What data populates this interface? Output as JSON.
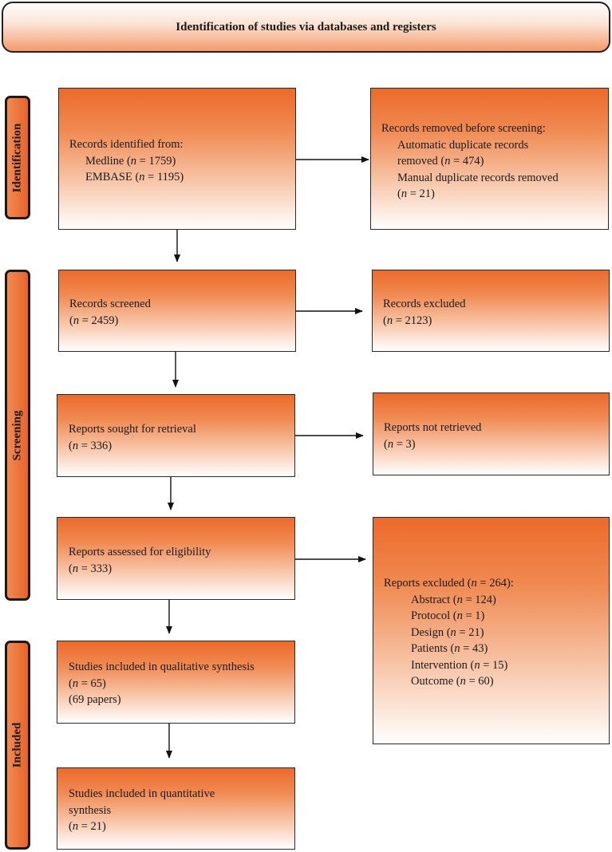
{
  "header": {
    "title": "Identification of studies via databases and registers"
  },
  "stages": {
    "identification": "Identification",
    "screening": "Screening",
    "included": "Included"
  },
  "boxes": {
    "identified": {
      "l1": "Records identified from:",
      "medline": "Medline (",
      "medline_n": "n",
      "medline_val": " = 1759)",
      "embase": "EMBASE (",
      "embase_n": "n",
      "embase_val": " = 1195)"
    },
    "removed": {
      "l1": "Records removed before screening:",
      "l2": "Automatic duplicate records",
      "l3a": "removed (",
      "l3n": "n",
      "l3b": " = 474)",
      "l4": "Manual duplicate records removed",
      "l5a": "(",
      "l5n": "n",
      "l5b": " = 21)"
    },
    "screened": {
      "l1": "Records screened",
      "l2a": "(",
      "l2n": "n",
      "l2b": " = 2459)"
    },
    "excluded": {
      "l1": "Records excluded",
      "l2a": "(",
      "l2n": "n",
      "l2b": " = 2123)"
    },
    "sought": {
      "l1": "Reports sought for retrieval",
      "l2a": "(",
      "l2n": "n",
      "l2b": " = 336)"
    },
    "not_retrieved": {
      "l1": "Reports not retrieved",
      "l2a": "(",
      "l2n": "n",
      "l2b": " = 3)"
    },
    "assessed": {
      "l1": "Reports assessed for eligibility",
      "l2a": "(",
      "l2n": "n",
      "l2b": " = 333)"
    },
    "reports_excluded": {
      "l1a": "Reports excluded (",
      "l1n": "n",
      "l1b": " = 264):",
      "items": [
        {
          "a": "Abstract (",
          "n": "n",
          "b": " = 124)"
        },
        {
          "a": "Protocol (",
          "n": "n",
          "b": " = 1)"
        },
        {
          "a": "Design (",
          "n": "n",
          "b": " = 21)"
        },
        {
          "a": "Patients (",
          "n": "n",
          "b": " = 43)"
        },
        {
          "a": "Intervention (",
          "n": "n",
          "b": " = 15)"
        },
        {
          "a": "Outcome (",
          "n": "n",
          "b": " = 60)"
        }
      ]
    },
    "qualitative": {
      "l1": "Studies included in qualitative synthesis",
      "l2a": "(",
      "l2n": "n",
      "l2b": " = 65)",
      "l3": "(69 papers)"
    },
    "quantitative": {
      "l1": "Studies included in quantitative",
      "l2": "synthesis",
      "l3a": "(",
      "l3n": "n",
      "l3b": " = 21)"
    }
  }
}
